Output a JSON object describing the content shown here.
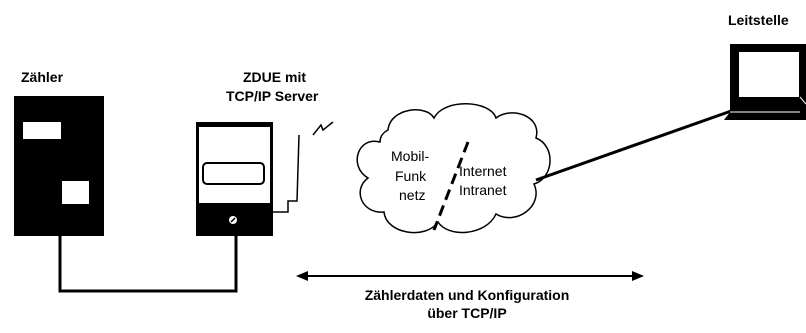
{
  "labels": {
    "zaehler": "Zähler",
    "zdue_line1": "ZDUE mit",
    "zdue_line2": "TCP/IP Server",
    "leitstelle": "Leitstelle",
    "mobil_line1": "Mobil-",
    "mobil_line2": "Funk",
    "mobil_line3": "netz",
    "internet": "Internet",
    "intranet": "Intranet",
    "caption_line1": "Zählerdaten und Konfiguration",
    "caption_line2": "über TCP/IP"
  },
  "colors": {
    "ink": "#000000",
    "background": "#ffffff"
  },
  "icons": {
    "meter": "electricity-meter-icon",
    "zdue": "zdue-device-icon",
    "cloud": "network-cloud-icon",
    "terminal": "computer-monitor-icon",
    "radio": "radio-signal-icon",
    "arrow": "double-arrow-icon"
  }
}
